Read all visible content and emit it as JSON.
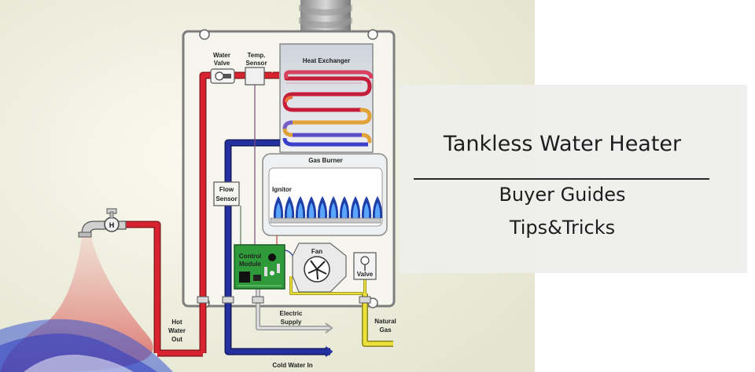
{
  "diagram": {
    "labels": {
      "water_valve": [
        "Water",
        "Valve"
      ],
      "temp_sensor": [
        "Temp.",
        "Sensor"
      ],
      "heat_exchanger": "Heat Exchanger",
      "gas_burner": "Gas Burner",
      "ignitor": "Ignitor",
      "flow_sensor": [
        "Flow",
        "Sensor"
      ],
      "control_module": [
        "Control",
        "Module"
      ],
      "fan": "Fan",
      "valve": "Valve",
      "faucet_handle": "H",
      "hot_water_out": [
        "Hot",
        "Water",
        "Out"
      ],
      "electric_supply": [
        "Electric",
        "Supply"
      ],
      "natural_gas": [
        "Natural",
        "Gas"
      ],
      "cold_water_in": "Cold Water In"
    },
    "colors": {
      "hot_pipe": "#cc1f2a",
      "cold_pipe": "#1f2a8f",
      "gas_pipe": "#e6d82e",
      "flame": "#2a6fe0",
      "circuit_board": "#2e9a3a",
      "background": "#f3f3e4"
    }
  },
  "card": {
    "title": "Tankless Water Heater",
    "subtitle_1": "Buyer Guides",
    "subtitle_2": "Tips&Tricks"
  }
}
